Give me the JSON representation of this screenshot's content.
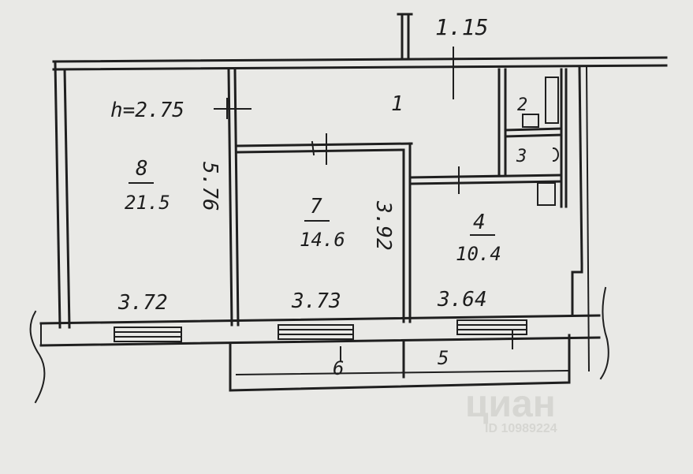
{
  "plan": {
    "ceiling_height": "h=2.75",
    "top_dimension": "1.15",
    "rooms": [
      {
        "number": "1"
      },
      {
        "number": "2"
      },
      {
        "number": "3"
      },
      {
        "number": "4",
        "area": "10.4"
      },
      {
        "number": "5"
      },
      {
        "number": "6"
      },
      {
        "number": "7",
        "area": "14.6"
      },
      {
        "number": "8",
        "area": "21.5"
      }
    ],
    "dimensions": {
      "room8_width": "3.72",
      "room7_width": "3.73",
      "room4_width": "3.64",
      "room8_depth": "5.76",
      "room7_depth": "3.92"
    }
  },
  "watermark": {
    "logo": "циан",
    "id": "ID 10989224"
  }
}
